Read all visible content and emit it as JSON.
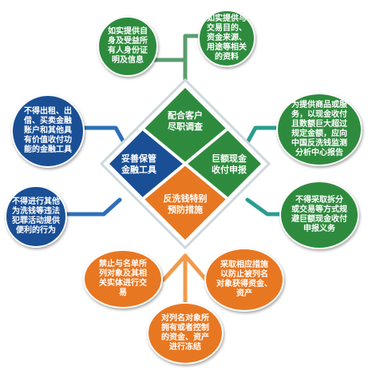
{
  "center": {
    "top": "配合客户\n尽职调查",
    "left": "妥善保管\n金融工具",
    "right": "巨额现金\n收付申报",
    "bottom": "反洗钱特别\n预防措施"
  },
  "bubbles": {
    "top_left": "如实提供自\n身及受益所\n有人身份证\n明及信息",
    "top_right": "如实提供与\n交易目的、\n资金来源、\n用途等相关\n的资料",
    "left_upper": "不得出租、出\n借、买卖金融\n账户和其他具\n有价值收付功\n能的金融工具",
    "left_lower": "不得进行其他\n为洗钱等违法\n犯罪活动提供\n便利的行为",
    "right_upper": "为提供商品或服\n务，以现金收付\n且数额巨大超过\n规定金额，应向\n中国反洗钱监测\n分析中心报告",
    "right_lower": "不得采取拆分\n或交易等方式规\n避巨额现金收付\n申报义务",
    "bottom_left": "禁止与名单所\n列对象及其相\n关实体进行交\n易",
    "bottom_right": "采取相应措施\n以防止被列名\n对象获得资金、\n资产",
    "bottom": "对列名对象所\n拥有或者控制\n的资金、资产\n进行冻结"
  },
  "colors": {
    "green": "#2e8b3e",
    "blue": "#1a4f96",
    "orange": "#e87722",
    "teal": "#2a9d8f"
  }
}
